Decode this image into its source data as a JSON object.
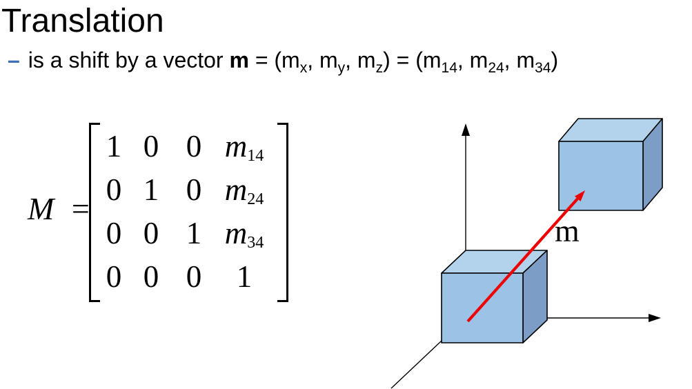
{
  "title": "Translation",
  "bullet": {
    "dash": "–",
    "segments": [
      {
        "t": "is a shift by a vector "
      },
      {
        "t": "m",
        "b": true
      },
      {
        "t": " = (m"
      },
      {
        "t": "x",
        "sub": true
      },
      {
        "t": ", m"
      },
      {
        "t": "y",
        "sub": true
      },
      {
        "t": ", m"
      },
      {
        "t": "z",
        "sub": true
      },
      {
        "t": ") = (m"
      },
      {
        "t": "14",
        "sub": true
      },
      {
        "t": ", m"
      },
      {
        "t": "24",
        "sub": true
      },
      {
        "t": ", m"
      },
      {
        "t": "34",
        "sub": true
      },
      {
        "t": ")"
      }
    ]
  },
  "equation": {
    "lhs": "M",
    "equals": "=",
    "matrix_rows": [
      [
        {
          "t": "1"
        },
        {
          "t": "0"
        },
        {
          "t": "0"
        },
        {
          "t": "m",
          "sub": "14"
        }
      ],
      [
        {
          "t": "0"
        },
        {
          "t": "1"
        },
        {
          "t": "0"
        },
        {
          "t": "m",
          "sub": "24"
        }
      ],
      [
        {
          "t": "0"
        },
        {
          "t": "0"
        },
        {
          "t": "1"
        },
        {
          "t": "m",
          "sub": "34"
        }
      ],
      [
        {
          "t": "0"
        },
        {
          "t": "0"
        },
        {
          "t": "0"
        },
        {
          "t": "1"
        }
      ]
    ]
  },
  "figure": {
    "vector_label": "m",
    "colors": {
      "cube_front": "#9CC3E6",
      "cube_top": "#B3D2EC",
      "cube_side": "#7C9EC6",
      "edge": "#000000",
      "axis": "#000000",
      "arrow": "#EE0000",
      "label": "#000000"
    }
  },
  "colors": {
    "dash_accent": "#3F6FB5",
    "text": "#000000"
  }
}
